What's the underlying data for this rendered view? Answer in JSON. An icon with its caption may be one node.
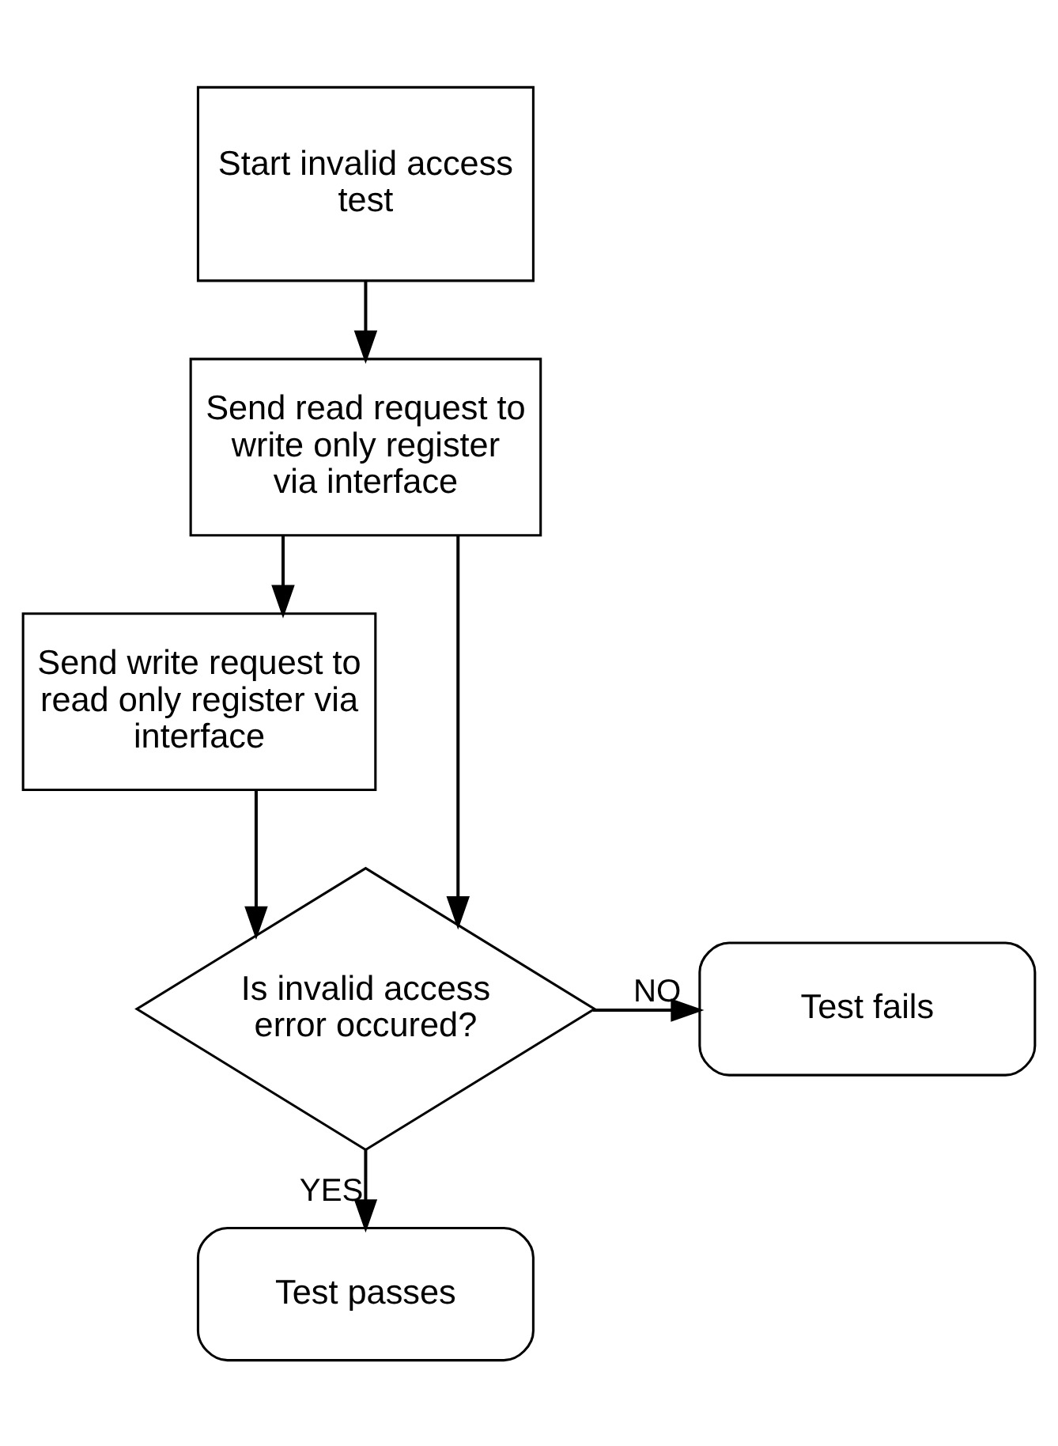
{
  "diagram": {
    "nodes": [
      {
        "text": [
          "Start invalid access test"
        ]
      },
      {
        "text": [
          "Send read request to write only register via interface"
        ]
      },
      {
        "text": [
          "Send write request to read only register via interface"
        ]
      },
      {
        "text": [
          "Is invalid access error occured?"
        ]
      },
      {
        "text": [
          "Test fails"
        ]
      },
      {
        "text": [
          "Test passes"
        ]
      }
    ],
    "edges": [
      {
        "from": 0,
        "to": 1,
        "arrow": "to"
      },
      {
        "from": 1,
        "to": 2,
        "arrow": "to"
      },
      {
        "from": 1,
        "to": 3,
        "arrow": "to"
      },
      {
        "from": 2,
        "to": 3,
        "arrow": "to"
      },
      {
        "from": 3,
        "to": 4,
        "arrow": "to",
        "label": "NO"
      },
      {
        "from": 3,
        "to": 5,
        "arrow": "to",
        "label": "YES"
      }
    ]
  }
}
